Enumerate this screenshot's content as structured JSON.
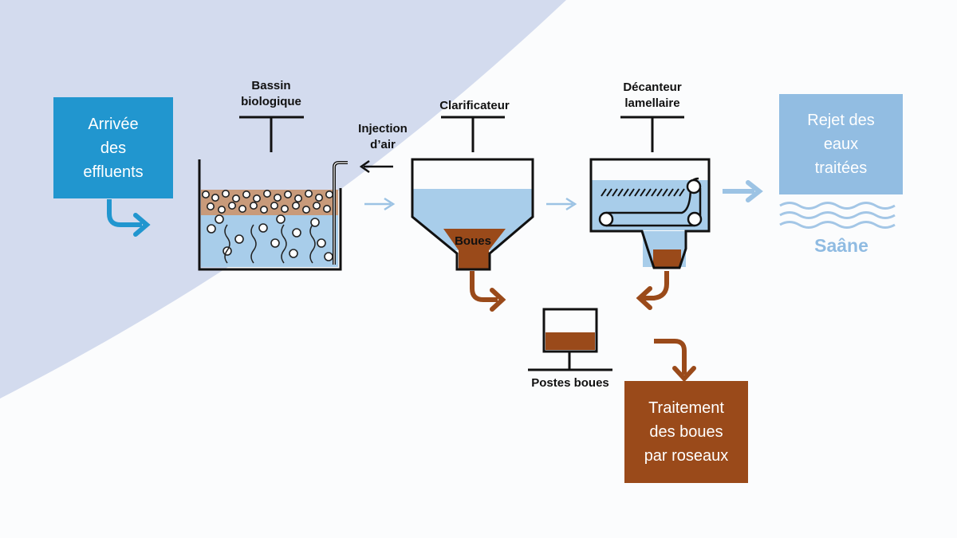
{
  "labels": {
    "bassin": [
      "Bassin",
      "biologique"
    ],
    "injection": [
      "Injection",
      "d’air"
    ],
    "clarificateur": "Clarificateur",
    "decanteur": [
      "Décanteur",
      "lamellaire"
    ],
    "boues": "Boues",
    "postes_boues": "Postes boues",
    "saane": "Saâne"
  },
  "boxes": {
    "arrivee": [
      "Arrivée",
      "des",
      "effluents"
    ],
    "rejet": [
      "Rejet des",
      "eaux",
      "traitées"
    ],
    "traitement": [
      "Traitement",
      "des boues",
      "par roseaux"
    ]
  },
  "colors": {
    "background": "#fbfcfd",
    "wedge": "#d3dbee",
    "blue_box": "#2196cf",
    "light_blue_box": "#92bde2",
    "brown": "#9a4a1a",
    "water": "#a8cdea",
    "arrow_light": "#9cc3e4"
  }
}
